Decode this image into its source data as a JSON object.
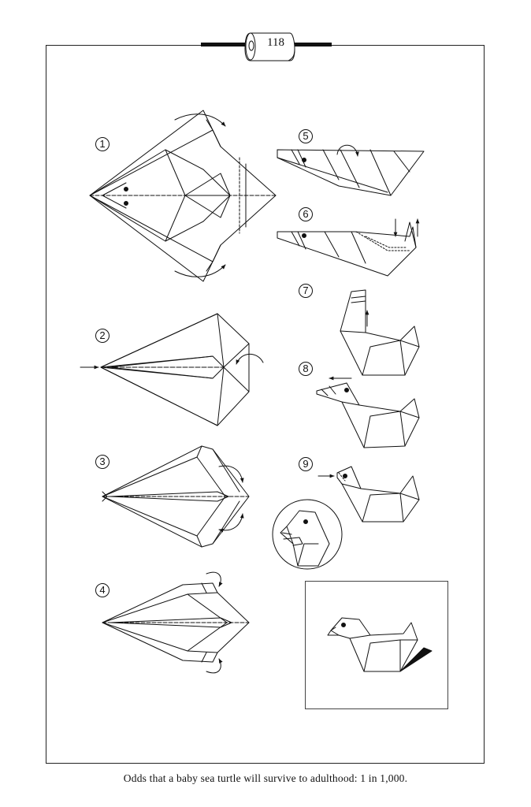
{
  "page": {
    "number": "118",
    "caption": "Odds that a baby sea turtle will survive to adulthood: 1 in 1,000."
  },
  "steps": [
    {
      "label": "1"
    },
    {
      "label": "2"
    },
    {
      "label": "3"
    },
    {
      "label": "4"
    },
    {
      "label": "5"
    },
    {
      "label": "6"
    },
    {
      "label": "7"
    },
    {
      "label": "8"
    },
    {
      "label": "9"
    }
  ],
  "icons": {
    "header": "scroll-icon",
    "result": "origami-duck-icon"
  }
}
